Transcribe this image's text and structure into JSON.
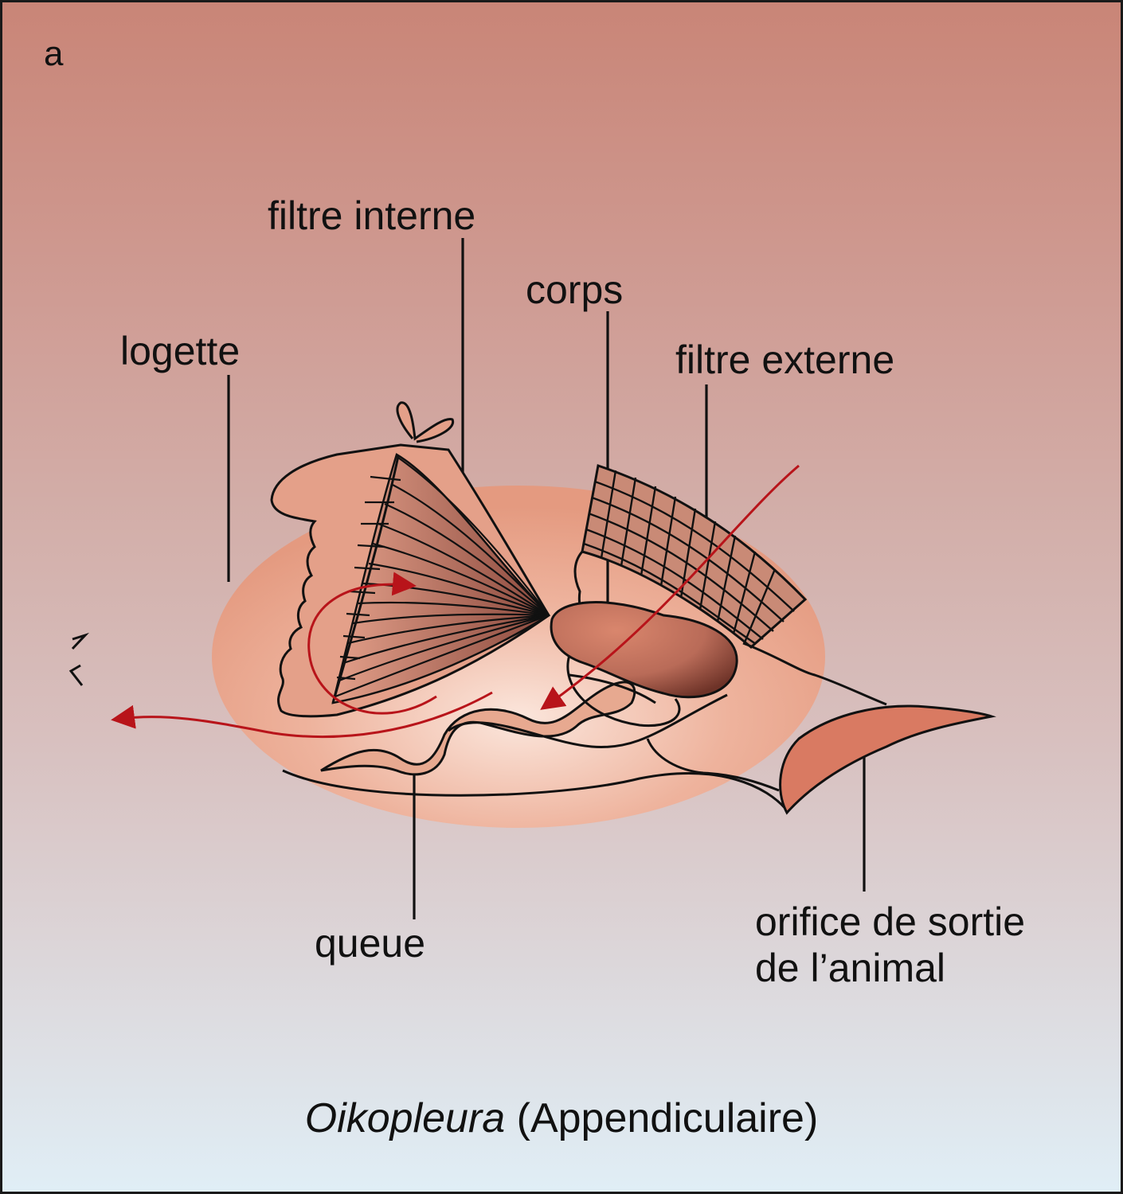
{
  "panel_letter": "a",
  "labels": {
    "filtre_interne": "filtre interne",
    "corps": "corps",
    "logette": "logette",
    "filtre_externe": "filtre externe",
    "queue": "queue",
    "orifice_line1": "orifice de sortie",
    "orifice_line2": "de l’animal"
  },
  "caption": {
    "genus": "Oikopleura",
    "group": "(Appendiculaire)"
  },
  "colors": {
    "flow_arrow": "#b8141a",
    "structure_fill": "#e09c84",
    "body_fill": "#c97a66",
    "outline": "#111111"
  }
}
